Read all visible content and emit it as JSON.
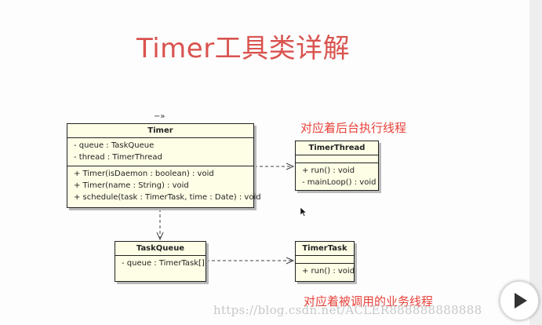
{
  "title": "Timer工具类详解",
  "stereotype": "−»",
  "classes": {
    "timer": {
      "name": "Timer",
      "attributes": [
        "- queue : TaskQueue",
        "- thread : TimerThread"
      ],
      "operations": [
        "+ Timer(isDaemon : boolean) : void",
        "+ Timer(name : String) : void",
        "+ schedule(task : TimerTask, time : Date) : void"
      ]
    },
    "timer_thread": {
      "name": "TimerThread",
      "operations": [
        "+ run() : void",
        "- mainLoop() : void"
      ]
    },
    "task_queue": {
      "name": "TaskQueue",
      "attributes": [
        "- queue : TimerTask[]"
      ]
    },
    "timer_task": {
      "name": "TimerTask",
      "operations": [
        "+ run() : void"
      ]
    }
  },
  "annotations": {
    "timer_thread": "对应着后台执行线程",
    "timer_task": "对应着被调用的业务线程"
  },
  "watermark": "https://blog.csdn.net/ACLER888888888888",
  "colors": {
    "title": "#d9534f",
    "annotation": "#e8423a",
    "class_fill": "#fefee6",
    "association_marker_top": "#f0a020",
    "association_marker_bottom": "#20a060"
  },
  "icons": {
    "play": "play-icon",
    "cursor": "mouse-cursor-icon"
  }
}
